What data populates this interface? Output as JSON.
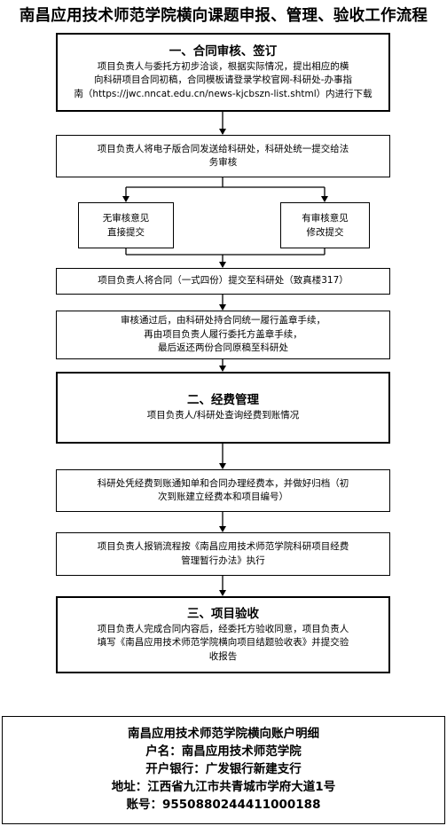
{
  "title": "南昌应用技术师范学院横向课题申报、管理、验收工作流程",
  "step1": {
    "heading": "一、合同审核、签订",
    "line1": "项目负责人与委托方初步洽谈，根据实际情况，提出相应的横",
    "line2": "向科研项目合同初稿，合同模板请登录学校官网-科研处-办事指",
    "line3": "南（https://jwc.nncat.edu.cn/news-kjcbszn-list.shtml）内进行下载"
  },
  "step2": {
    "line1": "项目负责人将电子版合同发送给科研处，科研处统一提交给法",
    "line2": "务审核"
  },
  "branch_left": {
    "line1": "无审核意见",
    "line2": "直接提交"
  },
  "branch_right": {
    "line1": "有审核意见",
    "line2": "修改提交"
  },
  "step3": {
    "line1": "项目负责人将合同（一式四份）提交至科研处（致真楼317）"
  },
  "step4": {
    "line1": "审核通过后，由科研处持合同统一履行盖章手续，",
    "line2": "再由项目负责人履行委托方盖章手续，",
    "line3": "最后返还两份合同原稿至科研处"
  },
  "step5": {
    "heading": "二、经费管理",
    "line1": "项目负责人/科研处查询经费到账情况"
  },
  "step6": {
    "line1": "科研处凭经费到账通知单和合同办理经费本，并做好归档（初",
    "line2": "次到账建立经费本和项目编号）"
  },
  "step7": {
    "line1": "项目负责人报销流程按《南昌应用技术师范学院科研项目经费",
    "line2": "管理暂行办法》执行"
  },
  "step8": {
    "heading": "三、项目验收",
    "line1": "项目负责人完成合同内容后，经委托方验收同意，项目负责人",
    "line2": "填写《南昌应用技术师范学院横向项目结题验收表》并提交验",
    "line3": "收报告"
  },
  "account": {
    "heading": "南昌应用技术师范学院横向账户明细",
    "name": "户名：南昌应用技术师范学院",
    "bank": "开户银行：广发银行新建支行",
    "address": "地址：江西省九江市共青城市学府大道1号",
    "number": "账号：9550880244411000188"
  }
}
